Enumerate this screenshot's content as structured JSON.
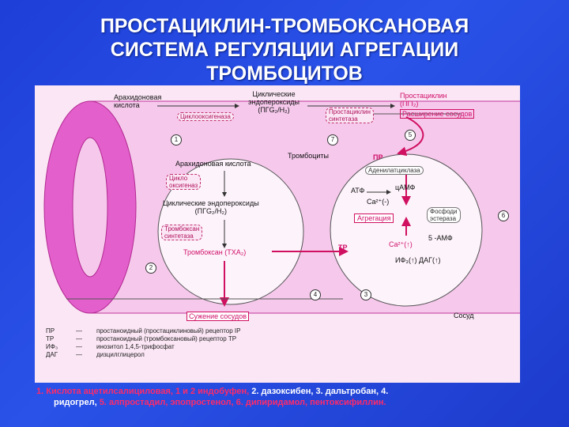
{
  "title": {
    "line1": "ПРОСТАЦИКЛИН-ТРОМБОКСАНОВАЯ",
    "line2": "СИСТЕМА РЕГУЛЯЦИИ АГРЕГАЦИИ",
    "line3": "ТРОМБОЦИТОВ"
  },
  "diagram": {
    "top_left": "Арахидоновая\nкислота",
    "cyclooxygenase": "Циклооксигеназа",
    "cyclic_endoperoxides_top": "Циклические\nэндопероксиды\n(ПГG₂/H₂)",
    "prostacyclin_synthetase": "Простациклин\nсинтетаза",
    "prostacyclin": "Простациклин\n(ПГI₂)",
    "vasodilation": "Расширение сосудов",
    "platelets": "Тромбоциты",
    "arachidonic_acid": "Арахидоновая кислота",
    "cyclooxygenase_inner": "Цикло\nоксигеназ",
    "cyclic_endoperoxides": "Циклические эндопероксиды\n(ПГG₂/H₂)",
    "thromboxane_synthetase": "Тромбоксан\nсинтетаза",
    "thromboxane": "Тромбоксан (ТХА₂)",
    "vasoconstriction": "Сужение сосудов",
    "vessel": "Сосуд",
    "pr": "ПР",
    "adenylate_cyclase": "Аденилатциклаза",
    "atp": "АТФ",
    "camp": "цАМФ",
    "ca_minus": "Ca²⁺(-)",
    "aggregation": "Агрегация",
    "phosphodiesterase": "Фосфоди\nэстераза",
    "five_amp": "5 -АМФ",
    "tr": "ТР",
    "ca_up": "Ca²⁺(↑)",
    "ip_dag": "ИФ₃(↑) ДАГ(↑)",
    "markers": [
      "1",
      "2",
      "3",
      "4",
      "5",
      "6",
      "7"
    ]
  },
  "legend": [
    {
      "abbr": "ПР",
      "dash": "—",
      "text": "простаноидный (простациклиновый) рецептор IP"
    },
    {
      "abbr": "ТР",
      "dash": "—",
      "text": "простаноидный (тромбоксановый) рецептор ТР"
    },
    {
      "abbr": "ИФ₃",
      "dash": "—",
      "text": "инозитол 1,4,5-трифосфат"
    },
    {
      "abbr": "ДАГ",
      "dash": "—",
      "text": "дизцилглицерол"
    }
  ],
  "footnote": {
    "part1": "1. Кислота ацетилсалициловая, 1 и 2 индобуфен,",
    "part2": " 2. дазоксибен, 3. дальтробан, 4.",
    "part3": "ридогрел,",
    "part4": " 5. алпростадил, эпопростенол, 6. дипиридамол, пентоксифиллин."
  },
  "colors": {
    "background": "#2245e0",
    "vessel_pink": "#e35fcb",
    "vessel_light": "#f3b7e6",
    "arrow_red": "#d01060",
    "text_white": "#ffffff",
    "footnote_red": "#ff2a6a"
  }
}
